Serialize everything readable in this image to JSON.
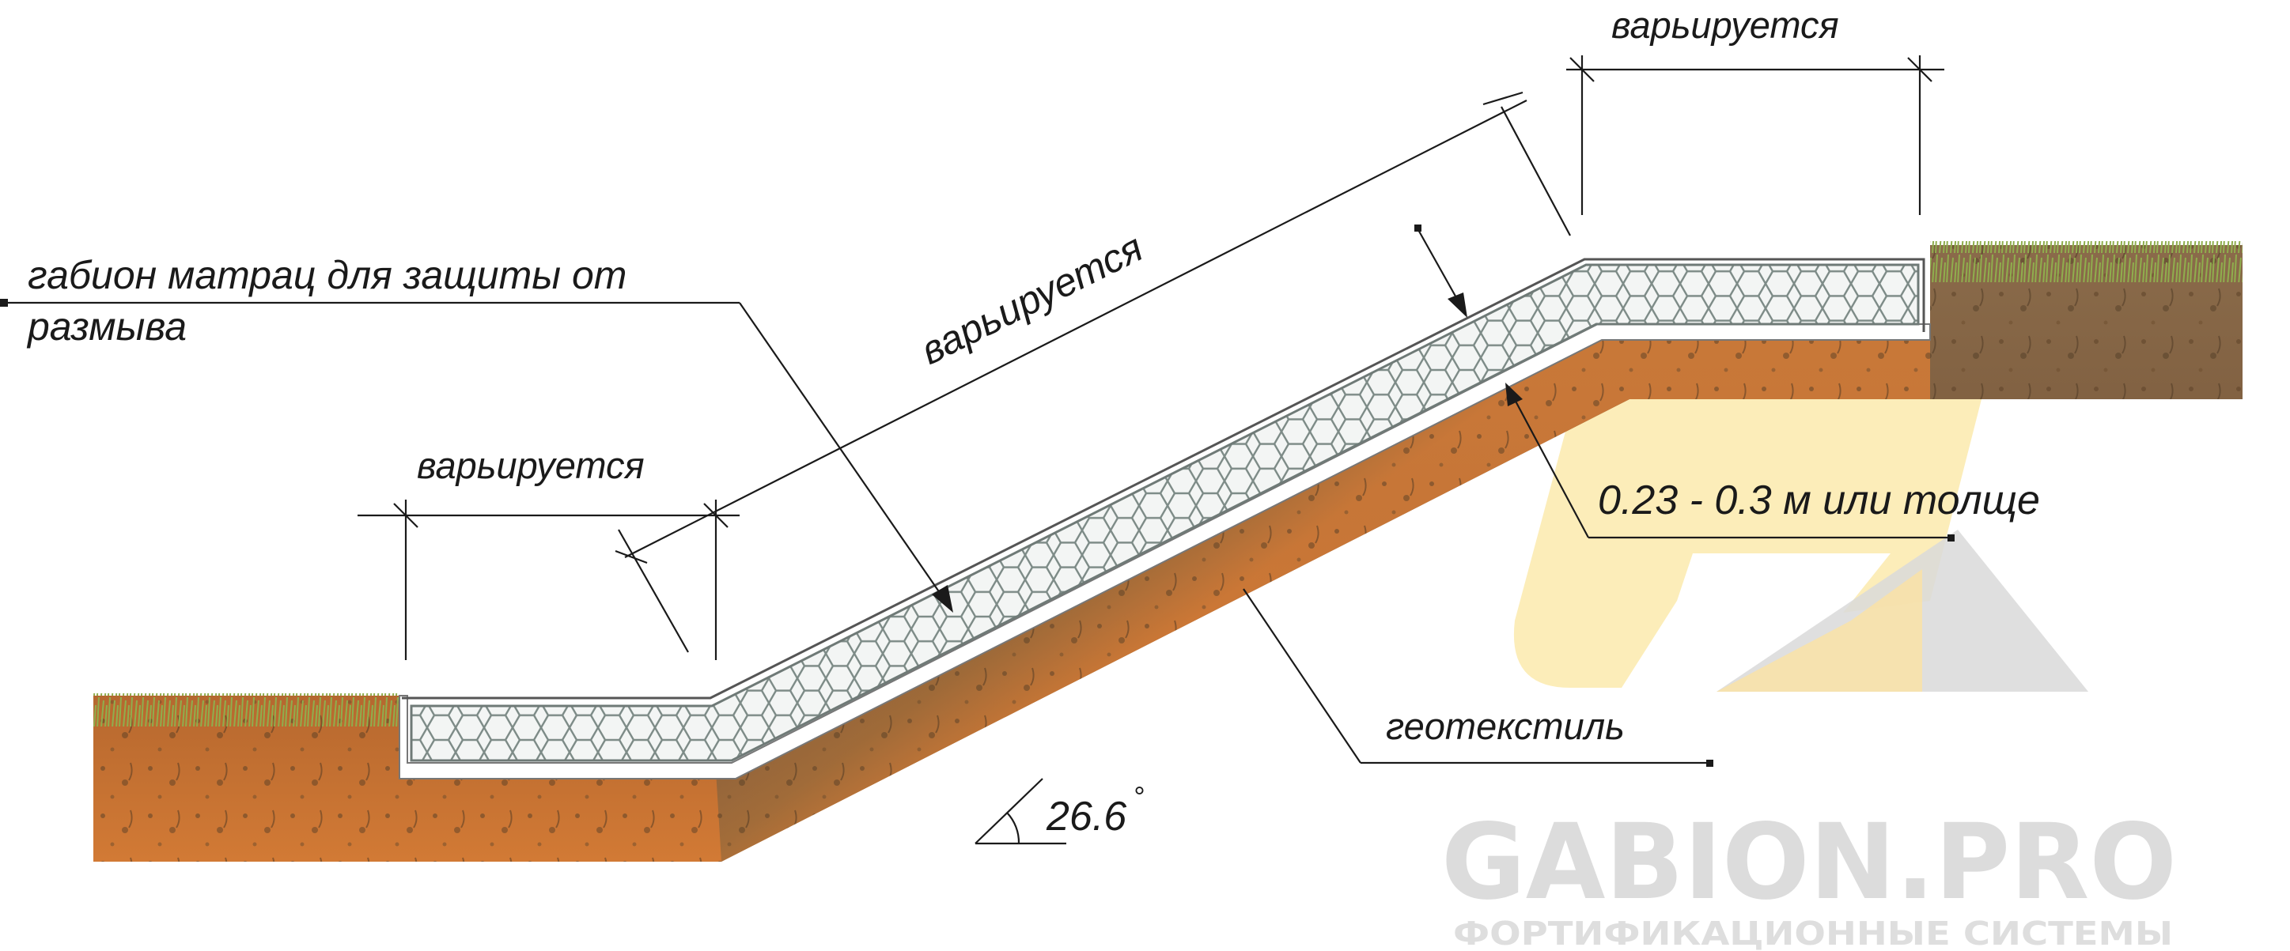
{
  "labels": {
    "mattress_line1": "габион матрац для защиты от",
    "mattress_line2": "размыва",
    "dim_top_right": "варьируется",
    "dim_slope": "варьируется",
    "dim_bottom_left": "варьируется",
    "thickness": "0.23 - 0.3 м или толще",
    "geotextile": "геотекстиль",
    "angle": "26.6",
    "angle_unit": "°"
  },
  "watermark": {
    "brand": "GABION.PRO",
    "tagline": "ФОРТИФИКАЦИОННЫЕ СИСТЕМЫ"
  },
  "colors": {
    "soil_dark": "#7a5a3a",
    "soil_orange": "#c8732e",
    "grass": "#8aa84a",
    "mesh": "#7c8a86",
    "gabion_fill": "#f2f4f3",
    "logo_yellow": "#fbe9a8",
    "logo_grey": "#d9d9d9",
    "line": "#1a1a1a"
  }
}
